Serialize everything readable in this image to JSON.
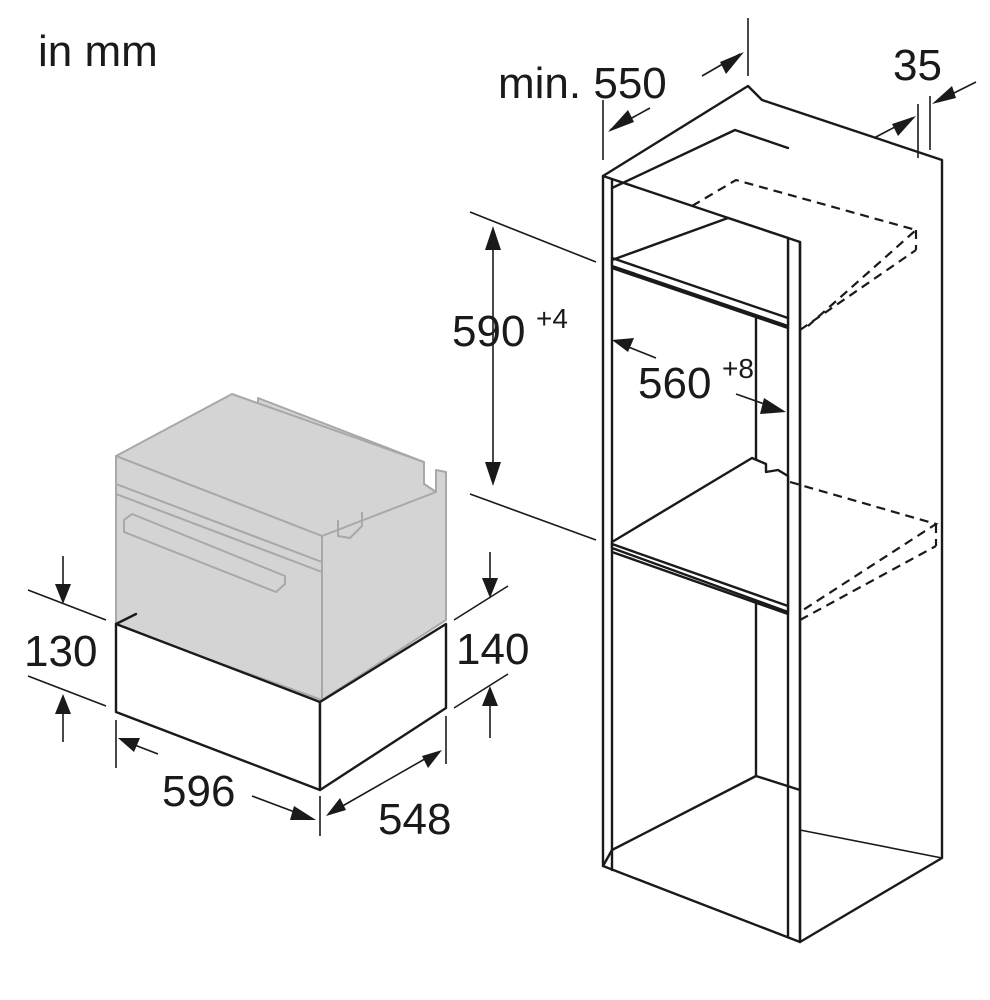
{
  "units_label": "in mm",
  "dimensions": {
    "cabinet_depth": "min. 550",
    "cabinet_gap": "35",
    "niche_height": "590",
    "niche_height_tol": "+4",
    "niche_width": "560",
    "niche_width_tol": "+8",
    "drawer_height_front": "130",
    "drawer_height_side": "140",
    "drawer_width": "596",
    "drawer_depth": "548"
  },
  "colors": {
    "line": "#1a1a1a",
    "ghost_fill": "#d4d4d4",
    "ghost_line": "#a8a8a8",
    "background": "#ffffff"
  }
}
